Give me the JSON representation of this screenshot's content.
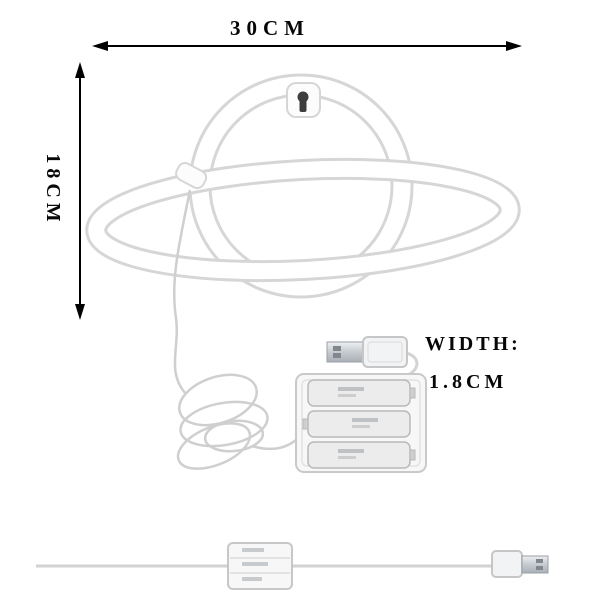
{
  "labels": {
    "top_width": "30CM",
    "side_height": "18CM",
    "tube_width_label": "WIDTH:",
    "tube_width_value": "1.8CM"
  },
  "colors": {
    "arrow": "#000000",
    "tube_outline": "#d6d6d6",
    "cable": "#d2d2d2",
    "metal_shell": "#b9bec4",
    "plastic_body": "#f2f3f4"
  },
  "product": {
    "battery_slot_count": 3
  }
}
